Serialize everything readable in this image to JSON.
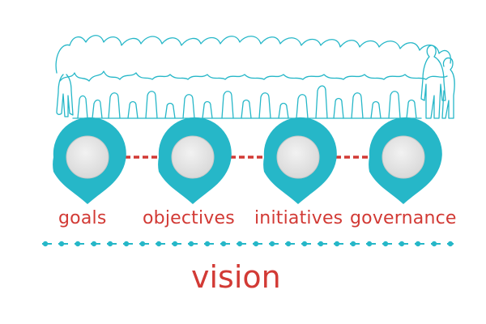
{
  "colors": {
    "teal": "#26b7c8",
    "red": "#d23a35",
    "inner": "#e6e6e6",
    "background": "#ffffff"
  },
  "nodes": [
    {
      "label": "goals"
    },
    {
      "label": "objectives"
    },
    {
      "label": "initiatives"
    },
    {
      "label": "governance"
    }
  ],
  "footer": {
    "label": "vision"
  }
}
